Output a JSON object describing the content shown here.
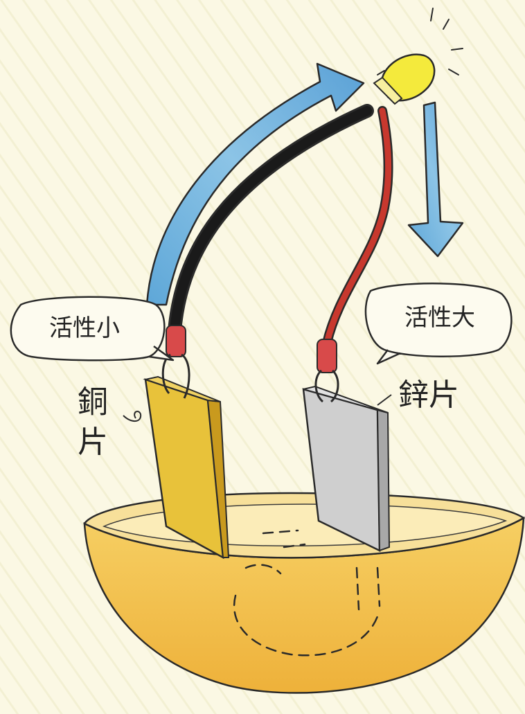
{
  "diagram": {
    "left_bubble_text": "活性小",
    "right_bubble_text": "活性大",
    "left_plate_label": "銅片",
    "right_plate_label": "鋅片"
  },
  "colors": {
    "paper": "#fbf8e4",
    "copper_plate": "#e8c23a",
    "zinc_plate": "#c9c9c9",
    "bowl": "#f2be48",
    "liquid": "#f7e6a8",
    "black_wire": "#1a1a1a",
    "red_wire": "#c8382e",
    "arrow_blue": "#6fb0dc",
    "led_yellow": "#f4ea3c"
  },
  "icons": [
    "led-bulb-icon",
    "current-arrow-icon"
  ]
}
